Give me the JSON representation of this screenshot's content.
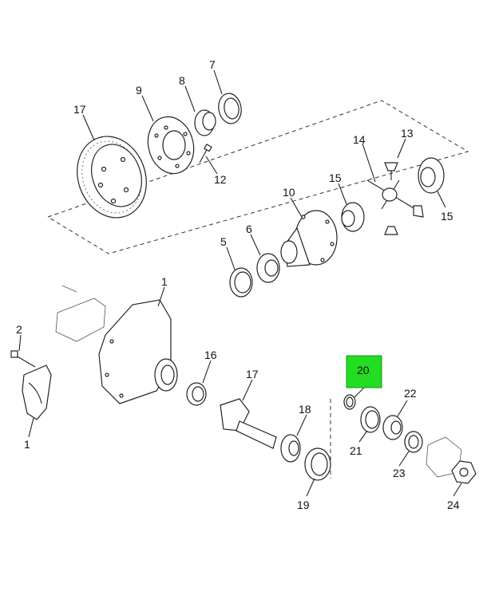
{
  "diagram": {
    "highlight_color": "#22dd22",
    "callouts": [
      {
        "id": "17a",
        "text": "17"
      },
      {
        "id": "9",
        "text": "9"
      },
      {
        "id": "8",
        "text": "8"
      },
      {
        "id": "7",
        "text": "7"
      },
      {
        "id": "12",
        "text": "12"
      },
      {
        "id": "14",
        "text": "14"
      },
      {
        "id": "13",
        "text": "13"
      },
      {
        "id": "10",
        "text": "10"
      },
      {
        "id": "15a",
        "text": "15"
      },
      {
        "id": "15b",
        "text": "15"
      },
      {
        "id": "5",
        "text": "5"
      },
      {
        "id": "6",
        "text": "6"
      },
      {
        "id": "1a",
        "text": "1"
      },
      {
        "id": "2",
        "text": "2"
      },
      {
        "id": "1b",
        "text": "1"
      },
      {
        "id": "16",
        "text": "16"
      },
      {
        "id": "17b",
        "text": "17"
      },
      {
        "id": "18",
        "text": "18"
      },
      {
        "id": "19",
        "text": "19"
      },
      {
        "id": "20",
        "text": "20"
      },
      {
        "id": "21",
        "text": "21"
      },
      {
        "id": "22",
        "text": "22"
      },
      {
        "id": "23",
        "text": "23"
      },
      {
        "id": "24",
        "text": "24"
      }
    ]
  }
}
